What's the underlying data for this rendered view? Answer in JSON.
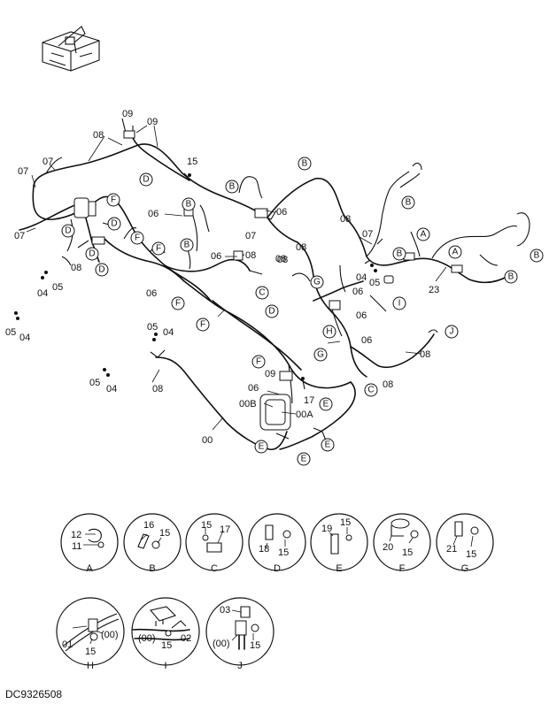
{
  "document_code": "DC9326508",
  "callout_labels": {
    "l_09a": "09",
    "l_09b": "09",
    "l_08a": "08",
    "l_07a": "07",
    "l_07b": "07",
    "l_15a": "15",
    "l_07c": "07",
    "l_08b": "08",
    "l_04a": "04",
    "l_05a": "05",
    "l_05b": "05",
    "l_04b": "04",
    "l_06a": "06",
    "l_06b": "06",
    "l_07d": "07",
    "l_08c": "08",
    "l_08d": "08",
    "l_06c": "06",
    "l_08e": "08",
    "l_08f": "08",
    "l_06d": "06",
    "l_05c": "05",
    "l_04c": "04",
    "l_08g": "08",
    "l_05d": "05",
    "l_04d": "04",
    "l_07e": "07",
    "l_04e": "04",
    "l_05e": "05",
    "l_06e": "06",
    "l_06f": "06",
    "l_23": "23",
    "l_06g": "06",
    "l_08h": "08",
    "l_17": "17",
    "l_08i": "08",
    "l_09c": "09",
    "l_06h": "06",
    "l_00B": "00B",
    "l_00A": "00A",
    "l_00": "00",
    "l_08j": "08"
  },
  "ref_letters": {
    "D": "D",
    "B": "B",
    "F": "F",
    "C": "C",
    "G": "G",
    "H": "H",
    "I": "I",
    "J": "J",
    "E": "E",
    "A": "A"
  },
  "details": [
    {
      "letter": "A",
      "parts": [
        "12",
        "11"
      ]
    },
    {
      "letter": "B",
      "parts": [
        "16",
        "15"
      ]
    },
    {
      "letter": "C",
      "parts": [
        "15",
        "17"
      ]
    },
    {
      "letter": "D",
      "parts": [
        "18",
        "15"
      ]
    },
    {
      "letter": "E",
      "parts": [
        "19",
        "15"
      ]
    },
    {
      "letter": "F",
      "parts": [
        "20",
        "15"
      ]
    },
    {
      "letter": "G",
      "parts": [
        "21",
        "15"
      ]
    },
    {
      "letter": "H",
      "parts": [
        "01",
        "15",
        "(00)"
      ]
    },
    {
      "letter": "I",
      "parts": [
        "(00)",
        "15",
        "02"
      ]
    },
    {
      "letter": "J",
      "parts": [
        "03",
        "(00)",
        "15"
      ]
    }
  ]
}
